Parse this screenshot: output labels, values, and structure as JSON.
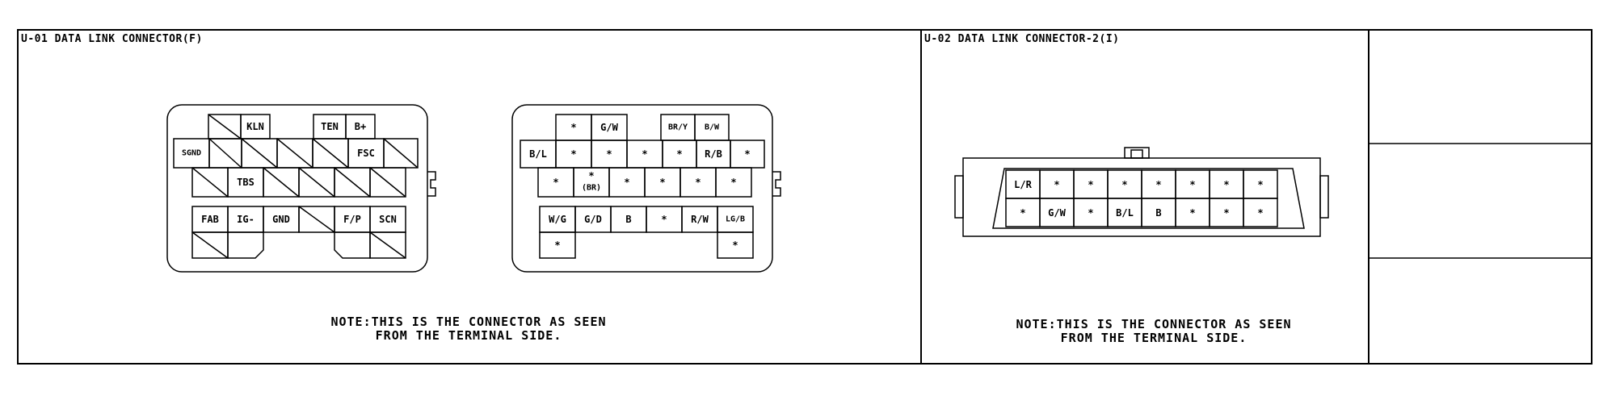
{
  "panels": {
    "u01": {
      "title": "U-01 DATA LINK CONNECTOR(F)",
      "note": [
        "NOTE:THIS IS THE CONNECTOR AS SEEN",
        "FROM THE TERMINAL SIDE."
      ],
      "connector_a": {
        "row1": [
          "",
          "KLN",
          "",
          "TEN",
          "B+"
        ],
        "row2": [
          "SGND",
          "",
          "",
          "",
          "",
          "FSC",
          ""
        ],
        "row3": [
          "",
          "TBS",
          "",
          "",
          "",
          ""
        ],
        "row4": [
          "FAB",
          "IG-",
          "GND",
          "",
          "F/P",
          "SCN"
        ]
      },
      "connector_b": {
        "row1": [
          "*",
          "G/W",
          "BR/Y",
          "B/W"
        ],
        "row2": [
          "B/L",
          "*",
          "*",
          "*",
          "*",
          "R/B",
          "*"
        ],
        "row3": [
          "*",
          "*",
          "(BR)",
          "*",
          "*",
          "*",
          "*"
        ],
        "row4": [
          "W/G",
          "G/D",
          "B",
          "*",
          "R/W",
          "LG/B"
        ],
        "row5": [
          "*",
          "*"
        ]
      }
    },
    "u02": {
      "title": "U-02 DATA LINK CONNECTOR-2(I)",
      "note": [
        "NOTE:THIS IS THE CONNECTOR AS SEEN",
        "FROM THE TERMINAL SIDE."
      ],
      "connector": {
        "top": [
          "L/R",
          "*",
          "*",
          "*",
          "*",
          "*",
          "*",
          "*"
        ],
        "bottom": [
          "*",
          "G/W",
          "*",
          "B/L",
          "B",
          "*",
          "*",
          "*"
        ]
      }
    }
  }
}
